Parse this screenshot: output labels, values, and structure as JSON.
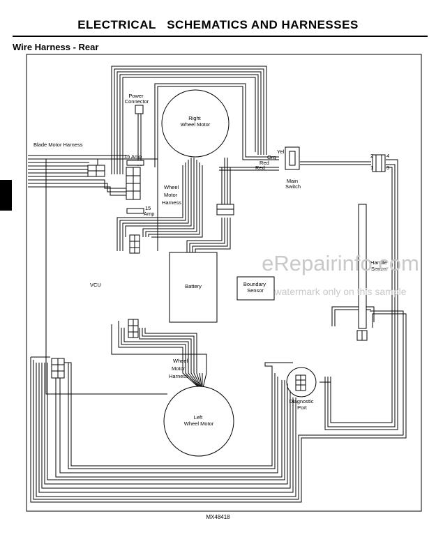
{
  "header": {
    "title": "ELECTRICAL   SCHEMATICS AND HARNESSES",
    "section": "Wire Harness - Rear"
  },
  "labels": {
    "right_wheel_motor": [
      "Right",
      "Wheel Motor"
    ],
    "left_wheel_motor": [
      "Left",
      "Wheel Motor"
    ],
    "power_connector": [
      "Power",
      "Connector"
    ],
    "blade_motor_harness": "Blade Motor Harness",
    "fuse_top": "15 Amp",
    "fuse_bottom": [
      "15",
      "Amp"
    ],
    "wheel_motor_harness_top": [
      "Wheel",
      "Motor",
      "Harness"
    ],
    "wheel_motor_harness_bottom": [
      "Wheel",
      "Motor",
      "Harness"
    ],
    "vcu": "VCU",
    "battery": "Battery",
    "boundary_sensor": [
      "Boundary",
      "Sensor"
    ],
    "handle_sensor": [
      "Handle",
      "Sensor"
    ],
    "main_switch": [
      "Main",
      "Switch"
    ],
    "diagnostic_port": [
      "Diagnostic",
      "Port"
    ],
    "wire_yel": "Yel",
    "wire_org": "Org",
    "wire_red_1": "Red",
    "wire_red_2": "Red",
    "pin_2": "2",
    "pin_4": "4",
    "pin_1": "1",
    "pin_3": "3"
  },
  "watermark": {
    "site": "eRepairinfo.com",
    "note": "watermark only on this sample"
  },
  "figure_id": "MX48418"
}
